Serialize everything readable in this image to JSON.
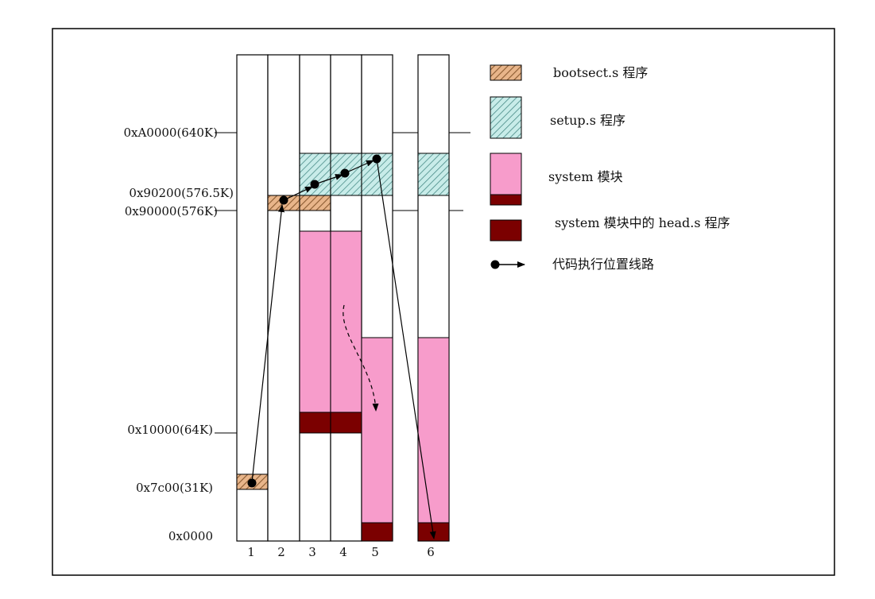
{
  "diagram": {
    "address_labels": [
      "0xA0000(640K)",
      "0x90200(576.5K)",
      "0x90000(576K)",
      "0x10000(64K)",
      "0x7c00(31K)",
      "0x0000"
    ],
    "column_labels": [
      "1",
      "2",
      "3",
      "4",
      "5",
      "6"
    ],
    "legend": [
      {
        "label": "bootsect.s 程序",
        "swatch": "hatch-orange"
      },
      {
        "label": "setup.s 程序",
        "swatch": "hatch-teal"
      },
      {
        "label": "system 模块",
        "swatch": "pink-with-head"
      },
      {
        "label": "system 模块中的 head.s 程序",
        "swatch": "dark-red"
      },
      {
        "label": "代码执行位置线路",
        "swatch": "arrow"
      }
    ],
    "colors": {
      "bootsect": "#e8b58a",
      "bootsect_hatch": "#8a5a30",
      "setup": "#c8ece9",
      "setup_hatch": "#4a8c88",
      "system": "#f79ccb",
      "head": "#7b0000",
      "line": "#000000"
    }
  }
}
